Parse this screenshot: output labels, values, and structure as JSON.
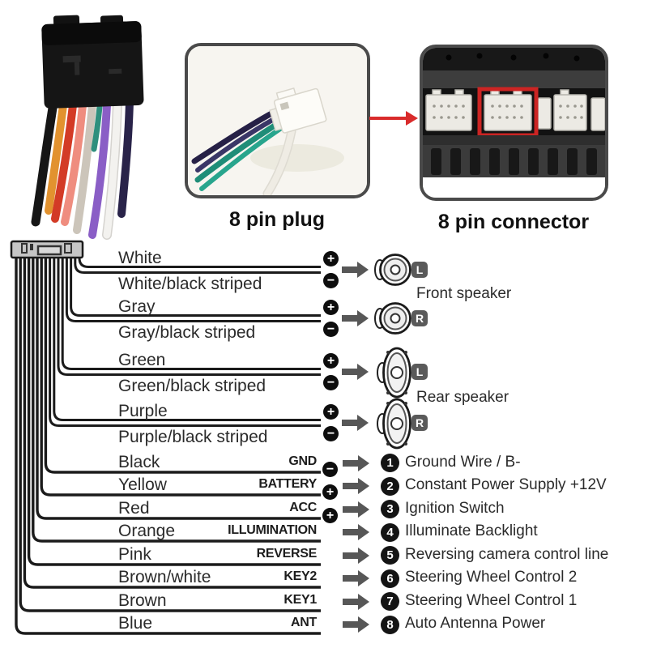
{
  "section_top": {
    "plug_caption": "8 pin plug",
    "connector_caption": "8 pin connector"
  },
  "speaker_section": {
    "plus": "+",
    "minus": "−",
    "groups": [
      {
        "label": "Front speaker"
      },
      {
        "label": "Rear speaker"
      }
    ],
    "pairs": [
      {
        "positive": "White",
        "negative": "White/black striped",
        "channel": "L"
      },
      {
        "positive": "Gray",
        "negative": "Gray/black striped",
        "channel": "R"
      },
      {
        "positive": "Green",
        "negative": "Green/black striped",
        "channel": "L"
      },
      {
        "positive": "Purple",
        "negative": "Purple/black striped",
        "channel": "R"
      }
    ]
  },
  "function_wires": [
    {
      "color": "Black",
      "code": "GND",
      "polarity": "−",
      "number": "1",
      "description": "Ground Wire / B-"
    },
    {
      "color": "Yellow",
      "code": "BATTERY",
      "polarity": "+",
      "number": "2",
      "description": "Constant Power Supply +12V"
    },
    {
      "color": "Red",
      "code": "ACC",
      "polarity": "+",
      "number": "3",
      "description": "Ignition Switch"
    },
    {
      "color": "Orange",
      "code": "ILLUMINATION",
      "polarity": "",
      "number": "4",
      "description": "Illuminate Backlight"
    },
    {
      "color": "Pink",
      "code": "REVERSE",
      "polarity": "",
      "number": "5",
      "description": "Reversing camera control line"
    },
    {
      "color": "Brown/white",
      "code": "KEY2",
      "polarity": "",
      "number": "6",
      "description": "Steering Wheel Control 2"
    },
    {
      "color": "Brown",
      "code": "KEY1",
      "polarity": "",
      "number": "7",
      "description": "Steering Wheel Control 1"
    },
    {
      "color": "Blue",
      "code": "ANT",
      "polarity": "",
      "number": "8",
      "description": "Auto Antenna Power"
    }
  ],
  "colors": {
    "line_black": "#1b1b1b",
    "arrow_gray": "#575757",
    "badge_gray": "#5a5a5a",
    "accent_red": "#d92b2b"
  }
}
